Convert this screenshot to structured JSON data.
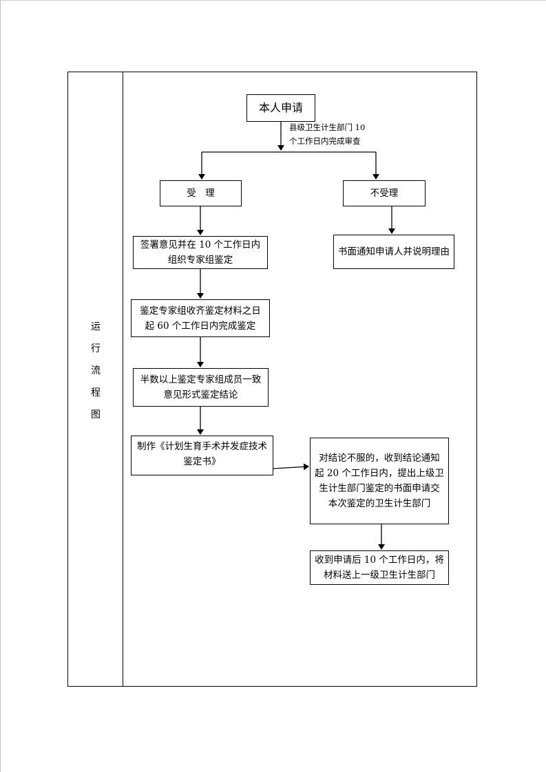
{
  "row_label": [
    "运",
    "行",
    "流",
    "程",
    "图"
  ],
  "nodes": {
    "apply": "本人申请",
    "accept": "受　理",
    "reject": "不受理",
    "notify": "书面通知申请人并说明理由",
    "sign": [
      "签署意见并在 10 个工作日内",
      "组织专家组鉴定"
    ],
    "collect": [
      "鉴定专家组收齐鉴定材料之日",
      "起 60 个工作日内完成鉴定"
    ],
    "majority": [
      "半数以上鉴定专家组成员一致",
      "意见形式鉴定结论"
    ],
    "make": [
      "制作《计划生育手术并发症技术",
      "鉴定书》"
    ],
    "object": [
      "对结论不服的，收到结论通知",
      "起 20 个工作日内，提出上级卫",
      "生计生部门鉴定的书面申请交",
      "本次鉴定的卫生计生部门"
    ],
    "forward": [
      "收到申请后 10 个工作日内，将",
      "材料送上一级卫生计生部门"
    ]
  },
  "note": [
    "县级卫生计生部门 10",
    "个工作日内完成审查"
  ]
}
